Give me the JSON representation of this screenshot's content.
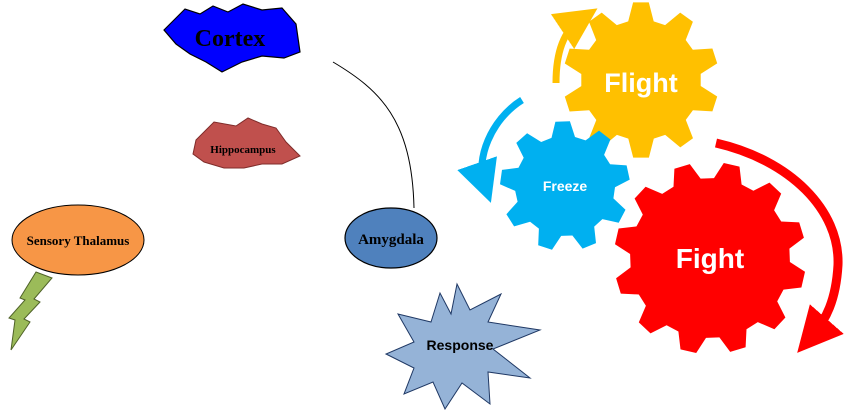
{
  "nodes": {
    "cortex": "Cortex",
    "hippocampus": "Hippocampus",
    "sensory_thalamus": "Sensory Thalamus",
    "amygdala": "Amygdala",
    "response": "Response"
  },
  "gears": {
    "flight": "Flight",
    "freeze": "Freeze",
    "fight": "Fight"
  },
  "colors": {
    "cortex": "#0000ff",
    "hippocampus": "#c0504d",
    "sensory_thalamus": "#f79646",
    "amygdala": "#4f81bd",
    "response": "#95b3d7",
    "lightning": "#9bbb59",
    "flight": "#ffc000",
    "freeze": "#00b0f0",
    "fight": "#ff0000"
  }
}
